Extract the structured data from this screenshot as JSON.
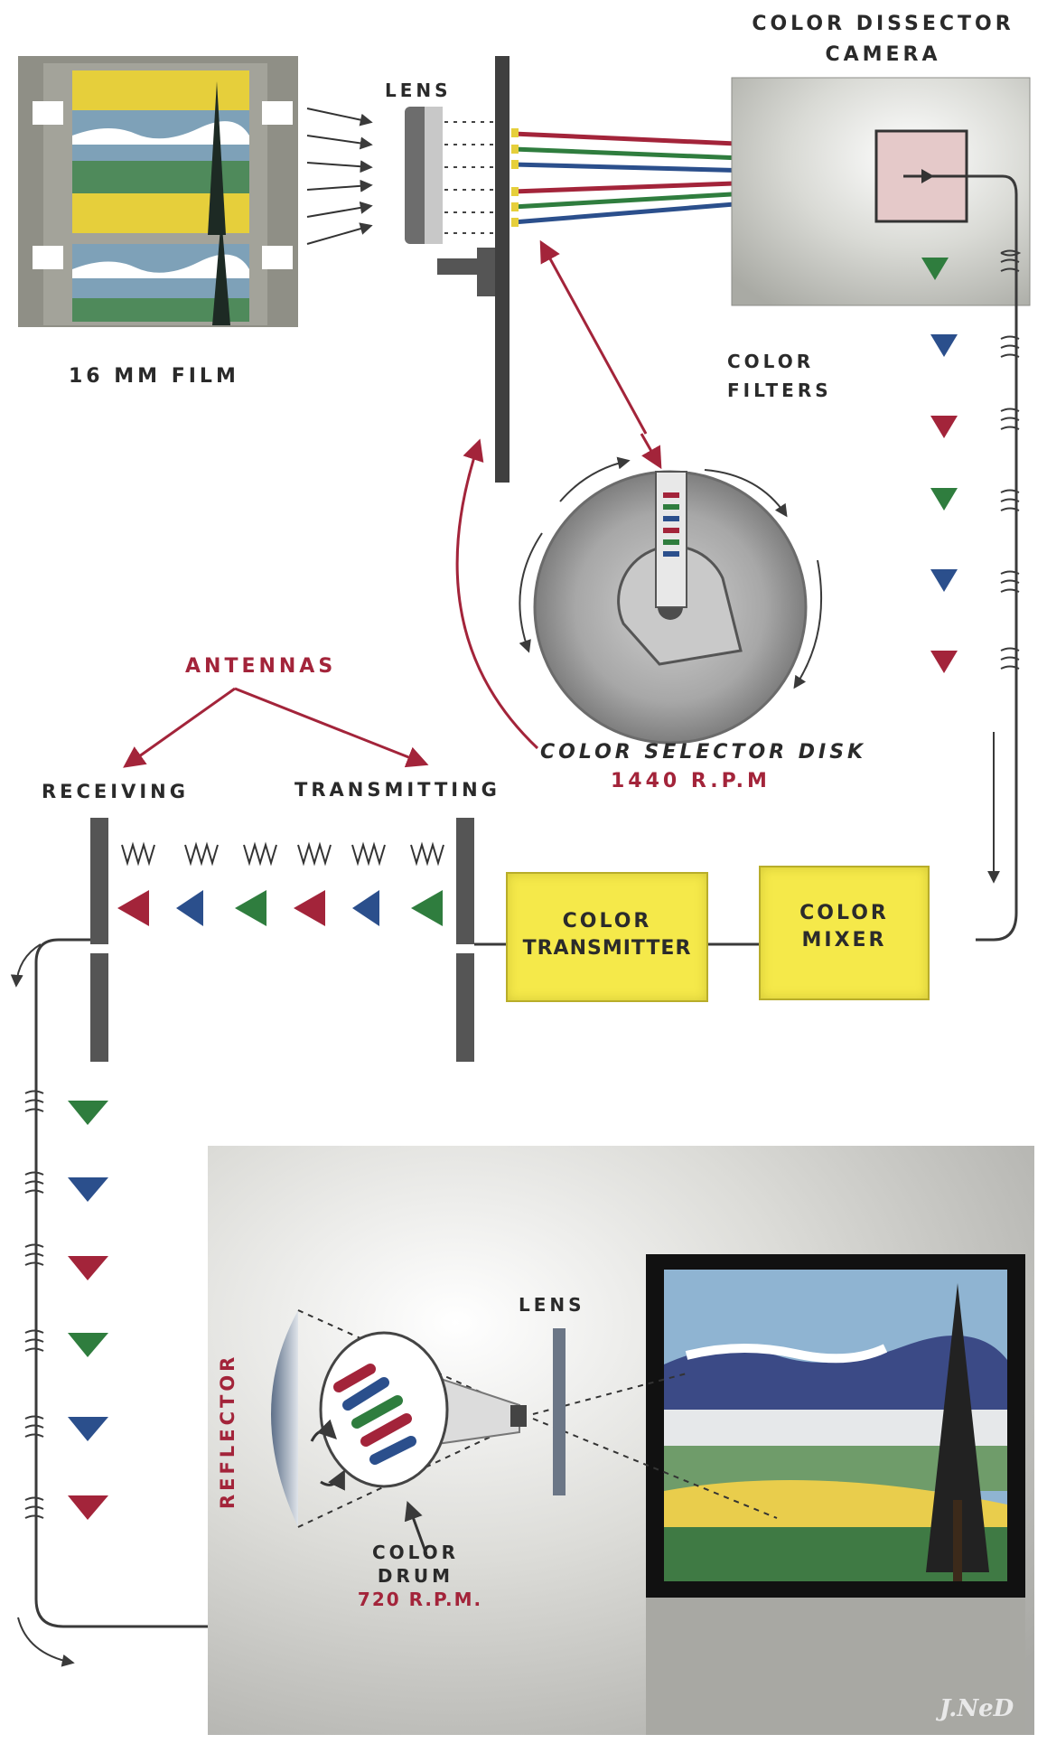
{
  "labels": {
    "camera": [
      "COLOR DISSECTOR",
      "CAMERA"
    ],
    "lens_top": "LENS",
    "film": "16 MM FILM",
    "filters": [
      "COLOR",
      "FILTERS"
    ],
    "antennas": "ANTENNAS",
    "receiving": "RECEIVING",
    "transmitting": "TRANSMITTING",
    "selector_disk": "COLOR SELECTOR DISK",
    "selector_speed": "1440 R.P.M",
    "transmitter": [
      "COLOR",
      "TRANSMITTER"
    ],
    "mixer": [
      "COLOR",
      "MIXER"
    ],
    "lens_bottom": "LENS",
    "reflector": "REFLECTOR",
    "drum": [
      "COLOR",
      "DRUM"
    ],
    "drum_speed": "720 R.P.M.",
    "signature": "J.NeD"
  },
  "colors": {
    "red": "#a3243a",
    "green": "#2f7d3e",
    "blue": "#2b4f8c",
    "yellow": "#f5e94a",
    "dark": "#3a3a3a"
  }
}
